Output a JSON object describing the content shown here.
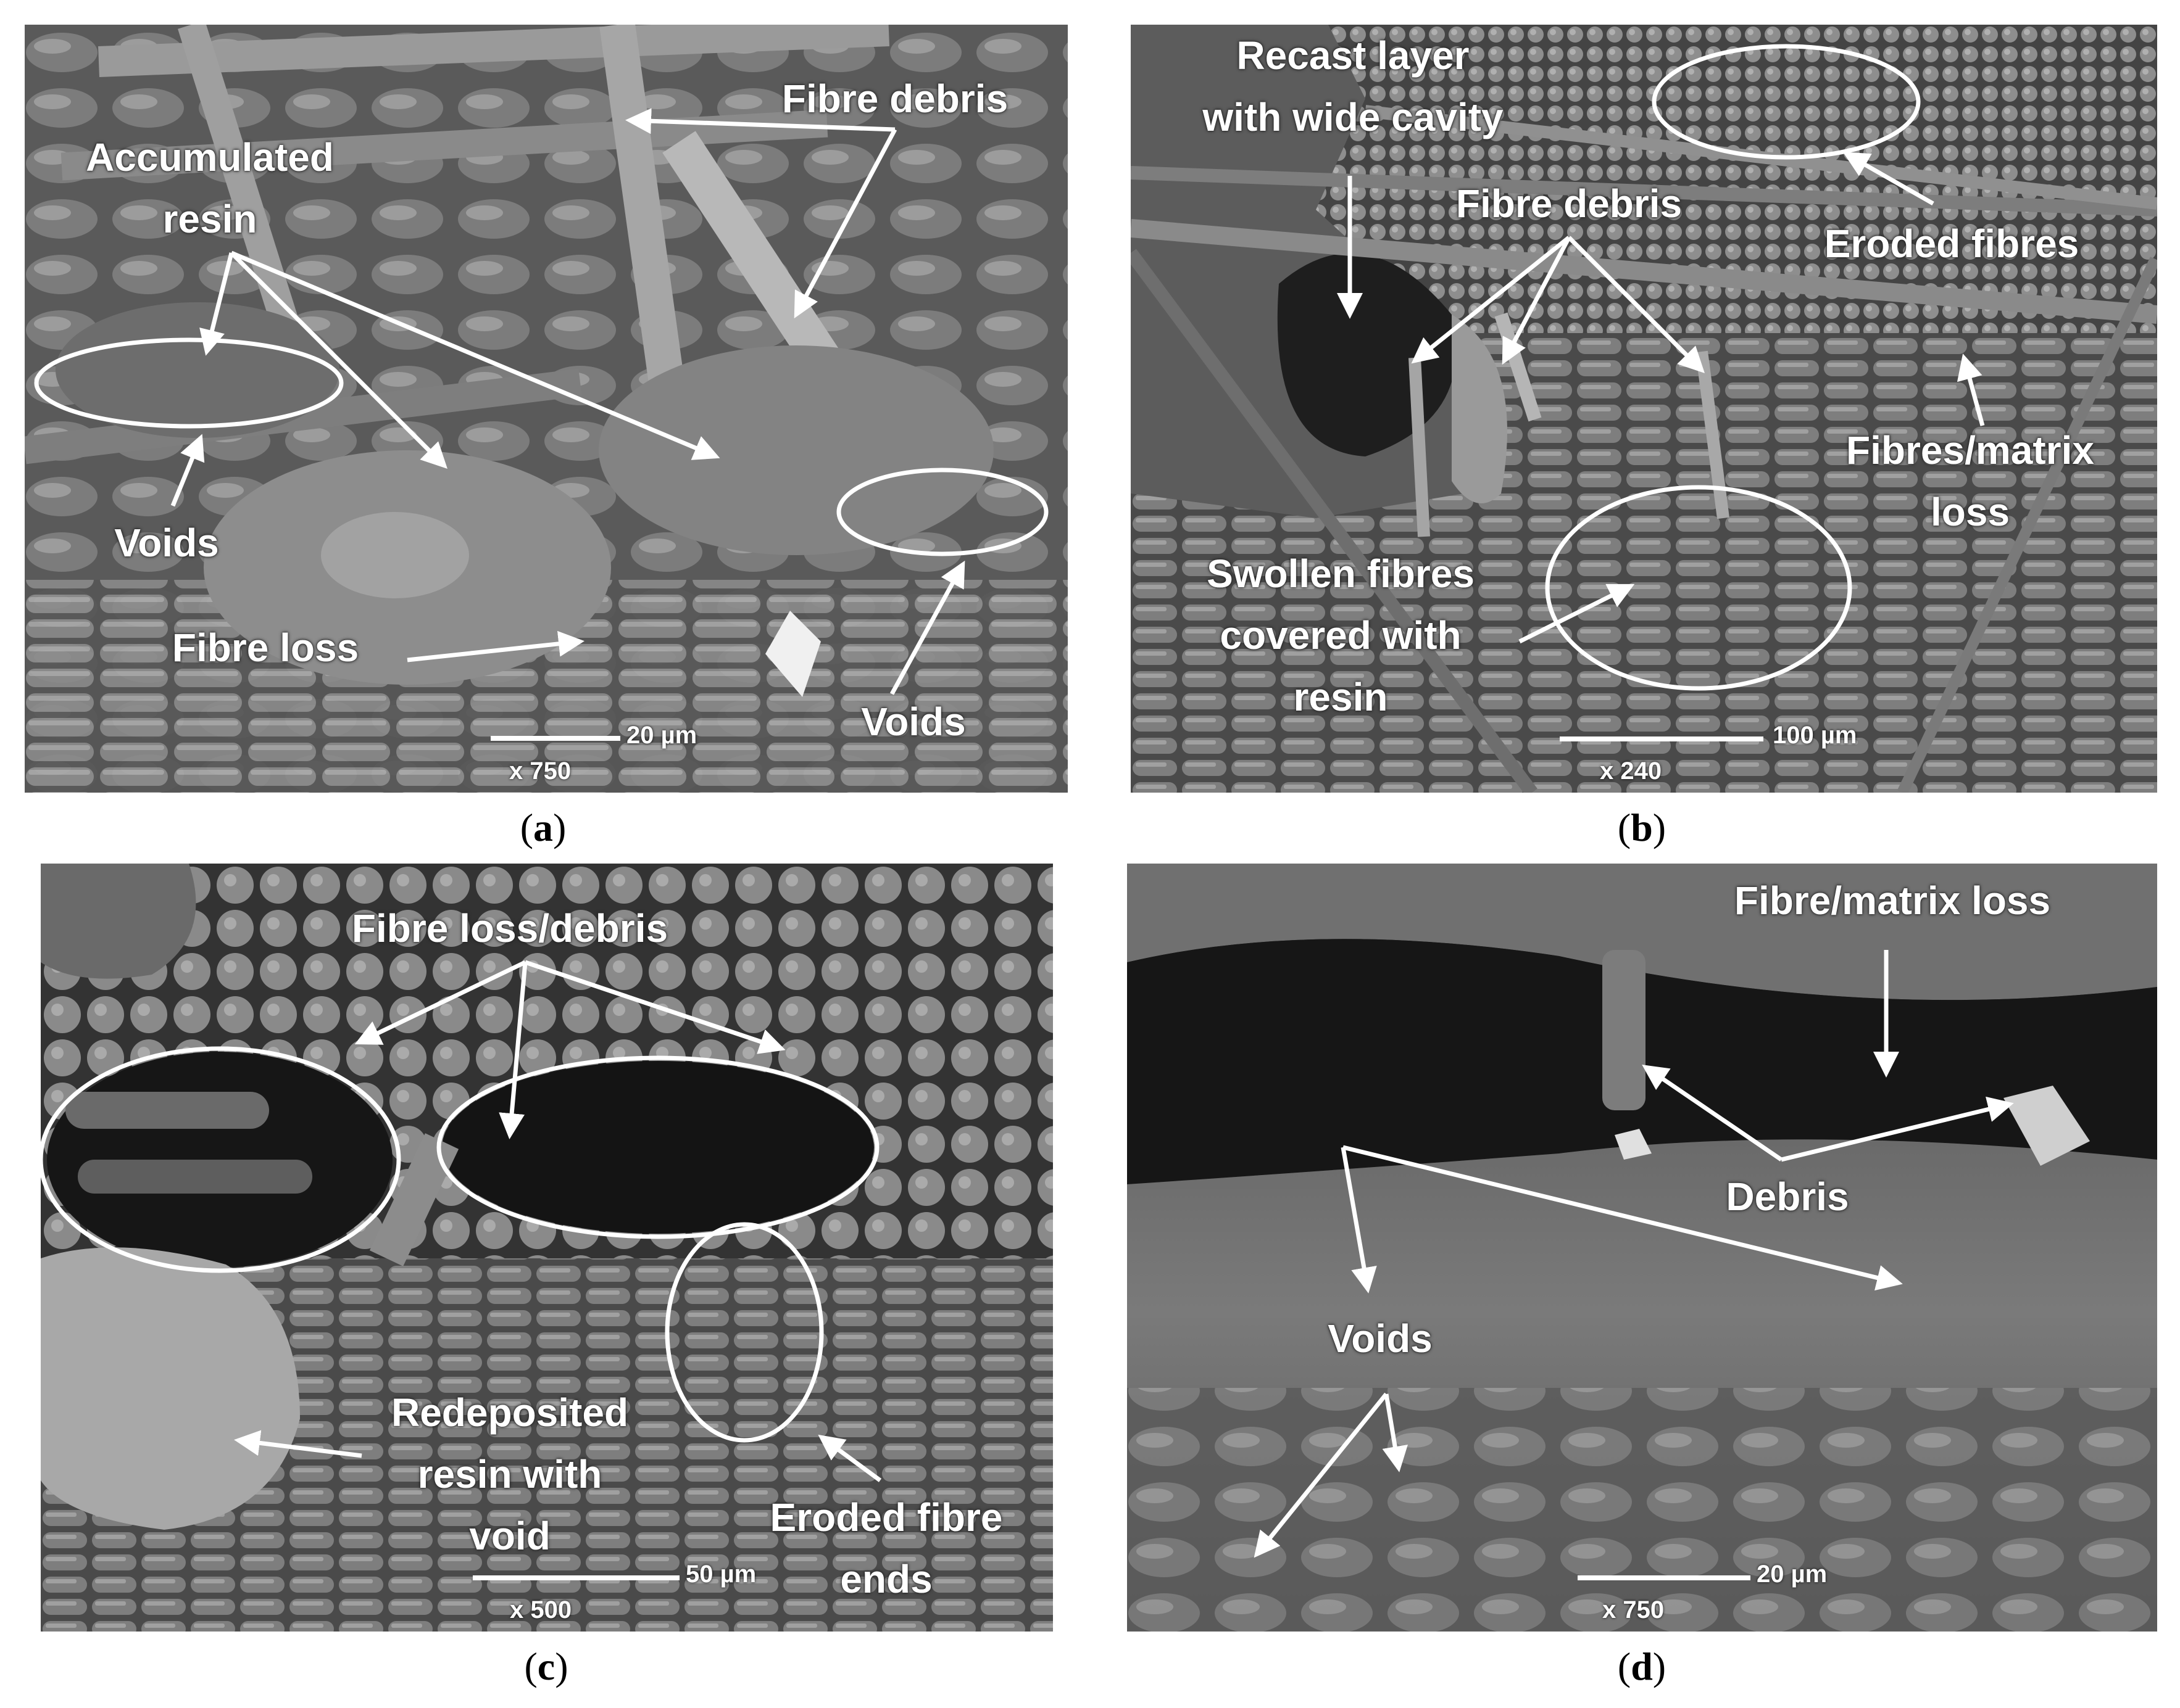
{
  "panels": {
    "a": {
      "caption": "a",
      "labels": {
        "fibre_debris": "Fibre debris",
        "accumulated_resin": "Accumulated\nresin",
        "voids_left": "Voids",
        "fibre_loss": "Fibre loss",
        "voids_right": "Voids"
      },
      "scale": "20 µm",
      "magnification": "x 750"
    },
    "b": {
      "caption": "b",
      "labels": {
        "recast_layer": "Recast layer\nwith wide cavity",
        "fibre_debris": "Fibre debris",
        "eroded_fibres": "Eroded fibres",
        "fibres_matrix_loss": "Fibres/matrix\nloss",
        "swollen_fibres": "Swollen fibres\ncovered with\nresin"
      },
      "scale": "100 µm",
      "magnification": "x 240"
    },
    "c": {
      "caption": "c",
      "labels": {
        "fibre_loss_debris": "Fibre loss/debris",
        "redeposited_resin": "Redeposited\nresin with\nvoid",
        "eroded_fibre_ends": "Eroded fibre\nends"
      },
      "scale": "50 µm",
      "magnification": "x 500"
    },
    "d": {
      "caption": "d",
      "labels": {
        "fibre_matrix_loss": "Fibre/matrix loss",
        "debris": "Debris",
        "voids": "Voids"
      },
      "scale": "20 µm",
      "magnification": "x 750"
    }
  }
}
